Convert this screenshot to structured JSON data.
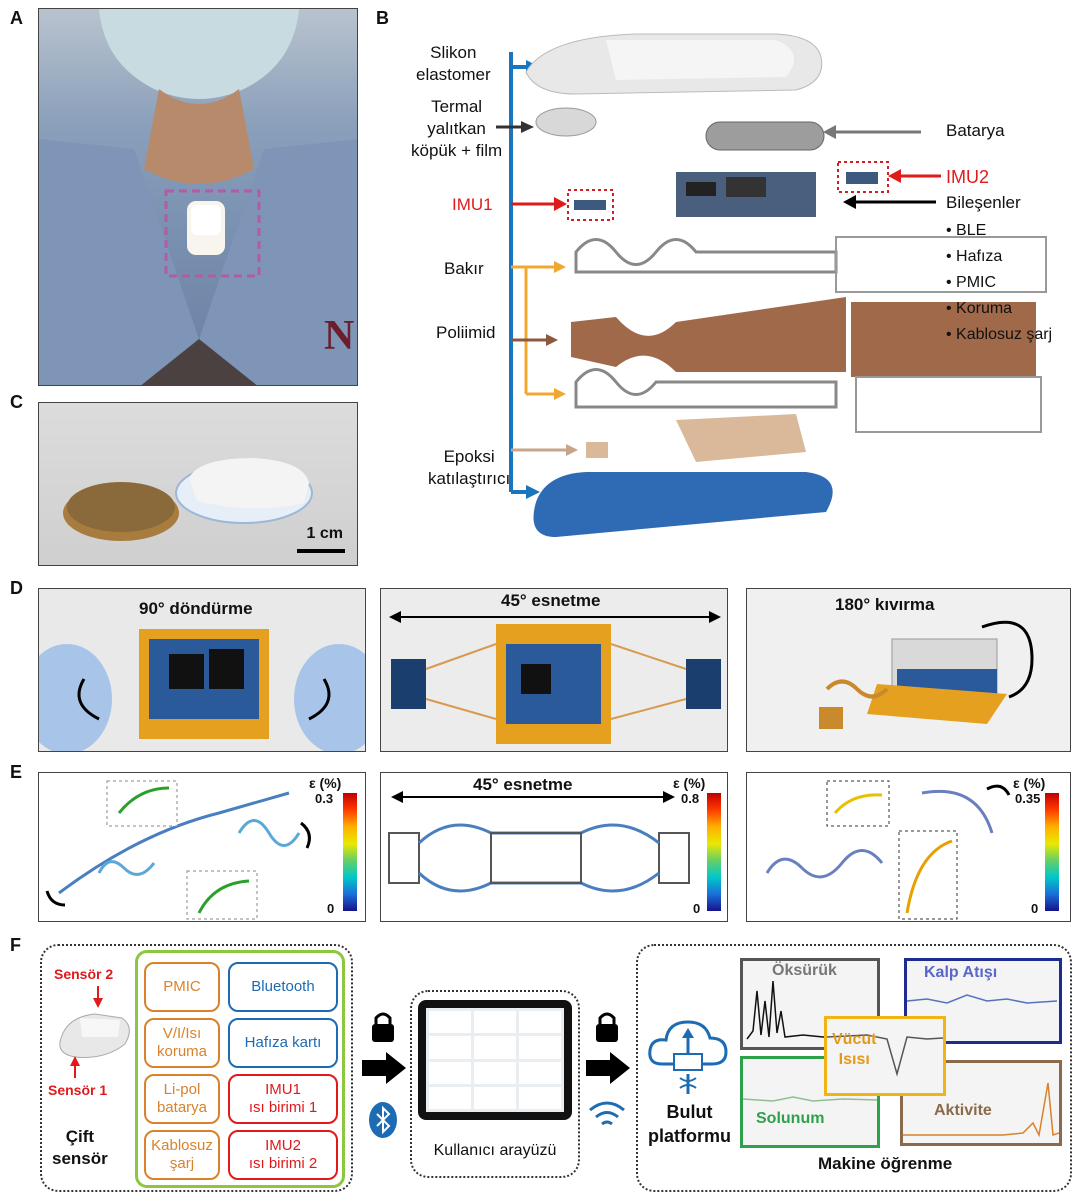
{
  "panels": {
    "a": "A",
    "b": "B",
    "c": "C",
    "d": "D",
    "e": "E",
    "f": "F"
  },
  "panel_c": {
    "scale_bar": "1 cm"
  },
  "panel_b": {
    "silicone": "Slikon\nelastomer",
    "thermal": "Termal\nyalıtkan\nköpük + film",
    "imu1": "IMU1",
    "copper": "Bakır",
    "polyimide": "Poliimid",
    "epoxy": "Epoksi\nkatılaştırıcı",
    "battery": "Batarya",
    "imu2": "IMU2",
    "components": "Bileşenler",
    "component_list": [
      "• BLE",
      "• Hafıza",
      "• PMIC",
      "• Koruma",
      "• Kablosuz şarj"
    ]
  },
  "panel_d": {
    "rotate": "90° döndürme",
    "stretch": "45° esnetme",
    "fold": "180° kıvırma"
  },
  "panel_e": {
    "strain_label": "ε (%)",
    "stretch": "45° esnetme",
    "max1": "0.3",
    "max2": "0.8",
    "max3": "0.35",
    "min": "0"
  },
  "panel_f": {
    "sensor2": "Sensör 2",
    "sensor1": "Sensör 1",
    "dual_sensor": "Çift\nsensör",
    "pmic": "PMIC",
    "bluetooth": "Bluetooth",
    "protection": "V/I/Isı\nkoruma",
    "memory": "Hafıza kartı",
    "battery": "Li-pol\nbatarya",
    "imu1": "IMU1\nısı birimi 1",
    "wireless": "Kablosuz\nşarj",
    "imu2": "IMU2\nısı birimi 2",
    "ui": "Kullanıcı arayüzü",
    "cloud": "Bulut\nplatformu",
    "cough": "Öksürük",
    "heart": "Kalp Atışı",
    "body_temp": "Vücut\nIsısı",
    "breathing": "Solunum",
    "activity": "Aktivite",
    "ml": "Makine öğrenme"
  },
  "colors": {
    "orange": "#d9822b",
    "blue": "#1d6bb3",
    "red": "#e0191b",
    "green": "#8dc63f",
    "copper": "#8b5a3c",
    "arrow_blue": "#1b75bc",
    "arrow_gold": "#f0a830"
  }
}
